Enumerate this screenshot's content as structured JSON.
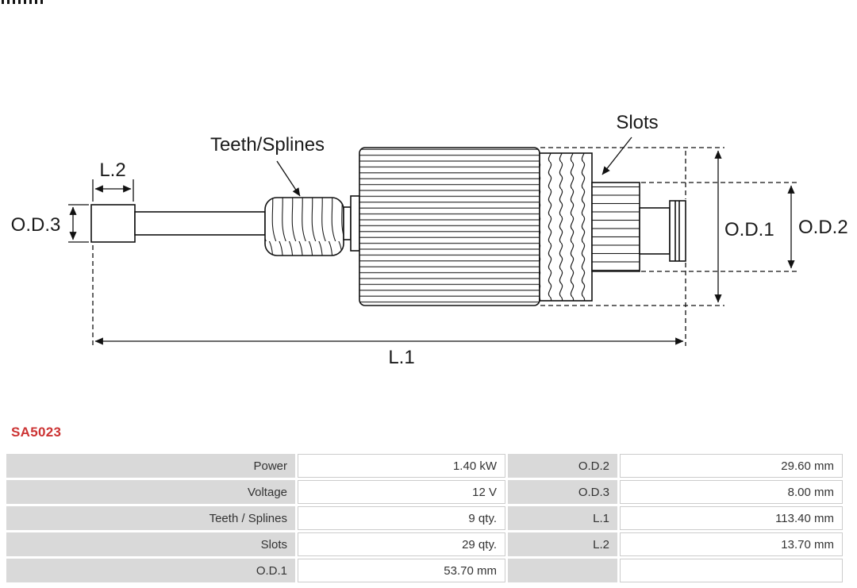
{
  "part_number": "SA5023",
  "diagram": {
    "labels": {
      "teeth_splines": "Teeth/Splines",
      "slots": "Slots",
      "od1": "O.D.1",
      "od2": "O.D.2",
      "od3": "O.D.3",
      "l1": "L.1",
      "l2": "L.2"
    }
  },
  "specs": {
    "rows": [
      {
        "label_left": "Power",
        "value_left": "1.40 kW",
        "label_right": "O.D.2",
        "value_right": "29.60 mm"
      },
      {
        "label_left": "Voltage",
        "value_left": "12 V",
        "label_right": "O.D.3",
        "value_right": "8.00 mm"
      },
      {
        "label_left": "Teeth / Splines",
        "value_left": "9 qty.",
        "label_right": "L.1",
        "value_right": "113.40 mm"
      },
      {
        "label_left": "Slots",
        "value_left": "29 qty.",
        "label_right": "L.2",
        "value_right": "13.70 mm"
      },
      {
        "label_left": "O.D.1",
        "value_left": "53.70 mm",
        "label_right": "",
        "value_right": ""
      }
    ]
  },
  "colors": {
    "accent_red": "#cc3333",
    "table_label_bg": "#d9d9d9",
    "table_value_border": "#cccccc",
    "line_color": "#111111"
  }
}
